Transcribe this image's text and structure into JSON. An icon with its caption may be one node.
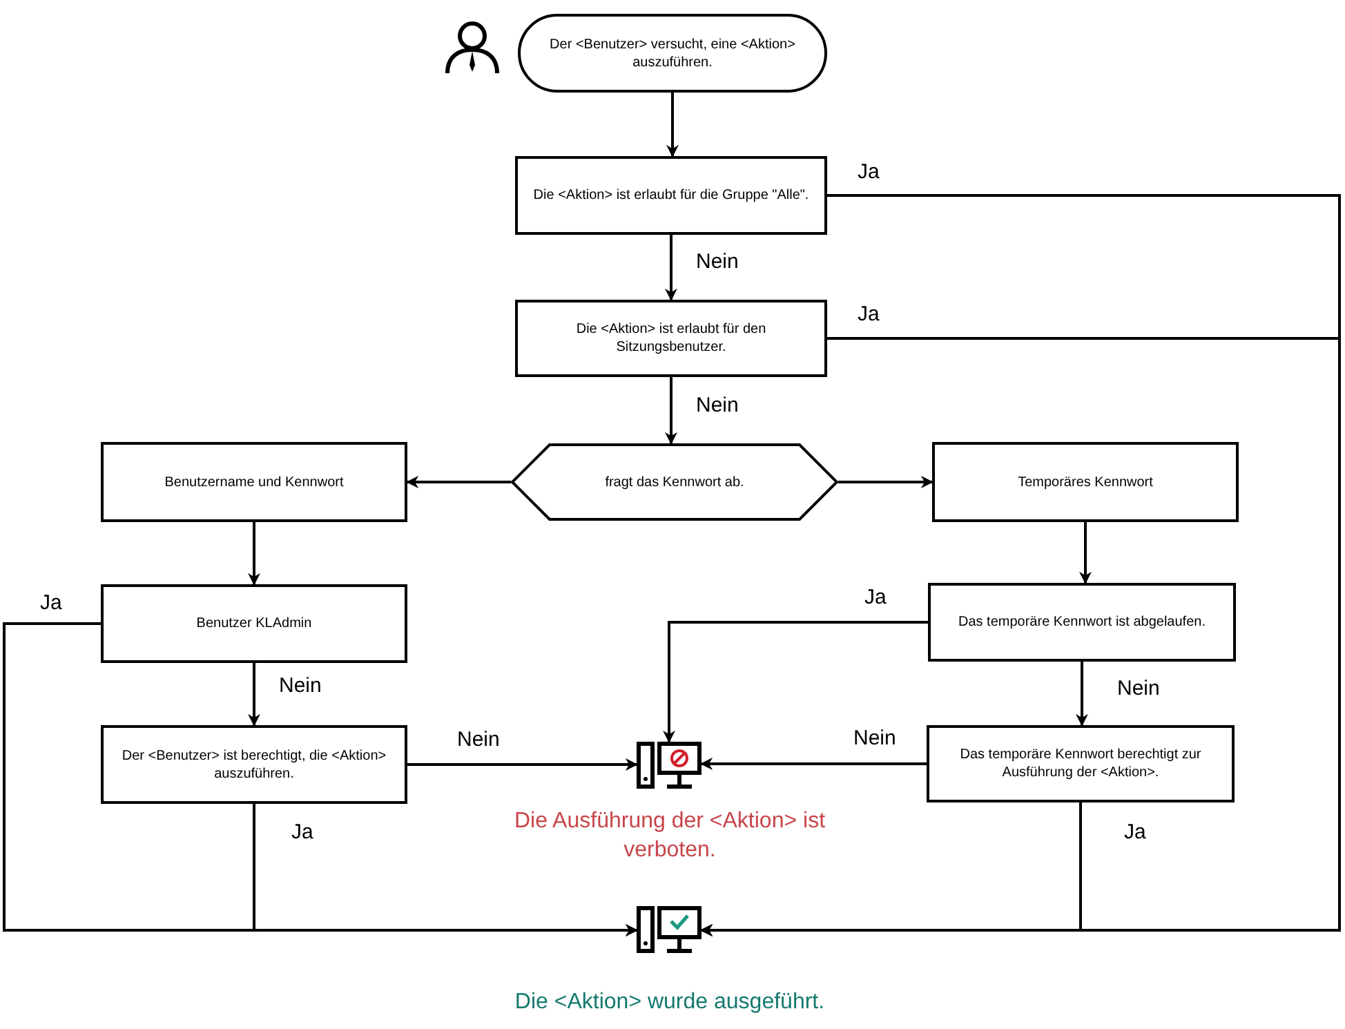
{
  "diagram": {
    "nodes": [
      {
        "text": [
          "Der <Benutzer> versucht, eine <Aktion> auszuführen."
        ]
      },
      {
        "text": [
          "Die <Aktion> ist erlaubt für die Gruppe \"Alle\"."
        ]
      },
      {
        "text": [
          "Die <Aktion> ist erlaubt für den Sitzungsbenutzer."
        ]
      },
      {
        "text": [
          "fragt das Kennwort ab."
        ]
      },
      {
        "text": [
          "Benutzername und Kennwort"
        ]
      },
      {
        "text": [
          "Temporäres Kennwort"
        ]
      },
      {
        "text": [
          "Benutzer KLAdmin"
        ]
      },
      {
        "text": [
          "Das temporäre Kennwort ist abgelaufen."
        ]
      },
      {
        "text": [
          "Der <Benutzer> ist berechtigt, die <Aktion> auszuführen."
        ]
      },
      {
        "text": [
          "Das temporäre Kennwort berechtigt zur Ausführung der <Aktion>."
        ]
      },
      {
        "text": [],
        "shape": "picture",
        "beside": [
          "Die Ausführung der <Aktion> ist verboten."
        ]
      },
      {
        "text": [],
        "shape": "picture",
        "beside": [
          "Die <Aktion> wurde ausgeführt."
        ]
      }
    ],
    "edges": [
      {
        "from": 0,
        "to": 1,
        "arrow": "to"
      },
      {
        "from": 1,
        "to": 11,
        "arrow": "to",
        "label": "Ja"
      },
      {
        "from": 1,
        "to": 2,
        "arrow": "to",
        "label": "Nein"
      },
      {
        "from": 2,
        "to": 11,
        "arrow": "to",
        "label": "Ja"
      },
      {
        "from": 2,
        "to": 3,
        "arrow": "to",
        "label": "Nein"
      },
      {
        "from": 3,
        "to": 4,
        "arrow": "to"
      },
      {
        "from": 3,
        "to": 5,
        "arrow": "to"
      },
      {
        "from": 4,
        "to": 6,
        "arrow": "to"
      },
      {
        "from": 6,
        "to": 11,
        "arrow": "to",
        "label": "Ja"
      },
      {
        "from": 6,
        "to": 8,
        "arrow": "to",
        "label": "Nein"
      },
      {
        "from": 8,
        "to": 10,
        "arrow": "to",
        "label": "Nein"
      },
      {
        "from": 8,
        "to": 11,
        "arrow": "to",
        "label": "Ja"
      },
      {
        "from": 5,
        "to": 7,
        "arrow": "to"
      },
      {
        "from": 7,
        "to": 10,
        "arrow": "to",
        "label": "Ja"
      },
      {
        "from": 7,
        "to": 9,
        "arrow": "to",
        "label": "Nein"
      },
      {
        "from": 9,
        "to": 10,
        "arrow": "to",
        "label": "Nein"
      },
      {
        "from": 9,
        "to": 11,
        "arrow": "to",
        "label": "Ja"
      }
    ]
  }
}
